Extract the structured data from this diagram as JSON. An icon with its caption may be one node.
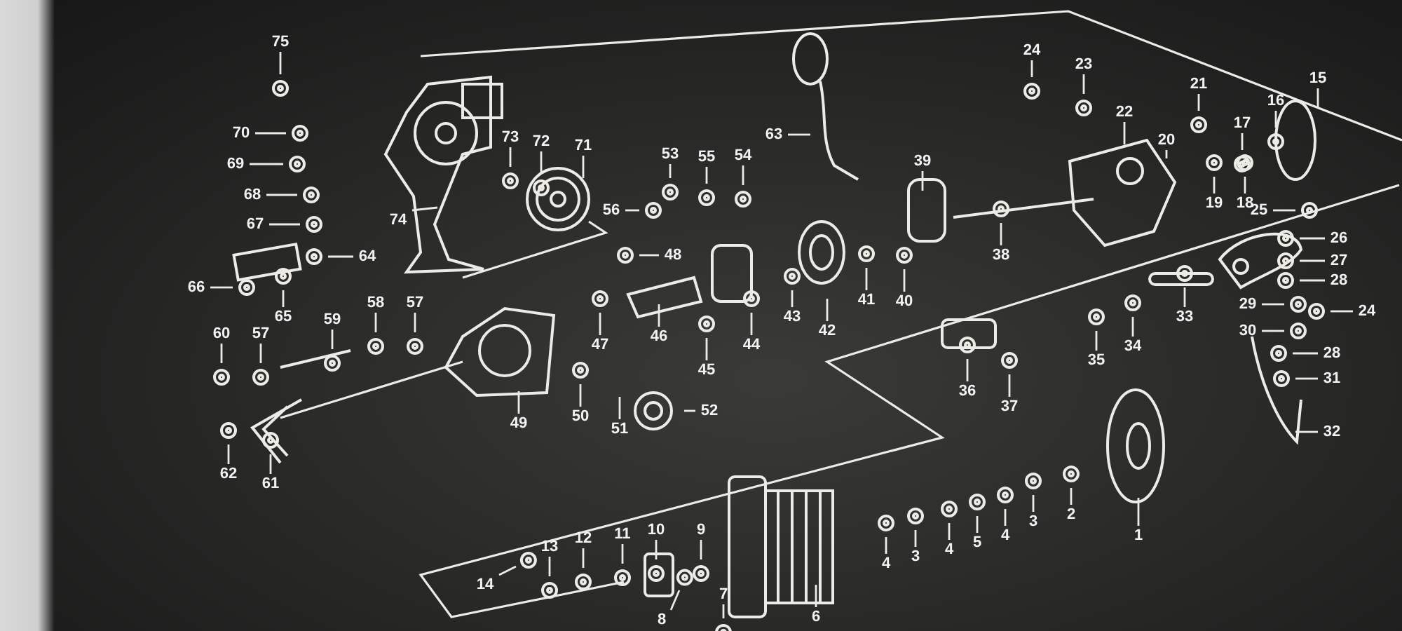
{
  "diagram": {
    "nodes": [
      {
        "text": [
          "75"
        ]
      },
      {
        "text": [
          "70"
        ]
      },
      {
        "text": [
          "69"
        ]
      },
      {
        "text": [
          "68"
        ]
      },
      {
        "text": [
          "67"
        ]
      },
      {
        "text": [
          "66"
        ]
      },
      {
        "text": [
          "64"
        ]
      },
      {
        "text": [
          "65"
        ]
      },
      {
        "text": [
          "73"
        ]
      },
      {
        "text": [
          "72"
        ]
      },
      {
        "text": [
          "71"
        ]
      },
      {
        "text": [
          "74"
        ]
      },
      {
        "text": [
          "56"
        ]
      },
      {
        "text": [
          "53"
        ]
      },
      {
        "text": [
          "55"
        ]
      },
      {
        "text": [
          "54"
        ]
      },
      {
        "text": [
          "63"
        ]
      },
      {
        "text": [
          "48"
        ]
      },
      {
        "text": [
          "47"
        ]
      },
      {
        "text": [
          "46"
        ]
      },
      {
        "text": [
          "45"
        ]
      },
      {
        "text": [
          "44"
        ]
      },
      {
        "text": [
          "43"
        ]
      },
      {
        "text": [
          "42"
        ]
      },
      {
        "text": [
          "41"
        ]
      },
      {
        "text": [
          "40"
        ]
      },
      {
        "text": [
          "39"
        ]
      },
      {
        "text": [
          "38"
        ]
      },
      {
        "text": [
          "24"
        ]
      },
      {
        "text": [
          "23"
        ]
      },
      {
        "text": [
          "22"
        ]
      },
      {
        "text": [
          "21"
        ]
      },
      {
        "text": [
          "20"
        ]
      },
      {
        "text": [
          "19"
        ]
      },
      {
        "text": [
          "18"
        ]
      },
      {
        "text": [
          "17"
        ]
      },
      {
        "text": [
          "16"
        ]
      },
      {
        "text": [
          "15"
        ]
      },
      {
        "text": [
          "25"
        ]
      },
      {
        "text": [
          "26"
        ]
      },
      {
        "text": [
          "27"
        ]
      },
      {
        "text": [
          "28"
        ]
      },
      {
        "text": [
          "24"
        ]
      },
      {
        "text": [
          "29"
        ]
      },
      {
        "text": [
          "30"
        ]
      },
      {
        "text": [
          "28"
        ]
      },
      {
        "text": [
          "31"
        ]
      },
      {
        "text": [
          "32"
        ]
      },
      {
        "text": [
          "33"
        ]
      },
      {
        "text": [
          "34"
        ]
      },
      {
        "text": [
          "35"
        ]
      },
      {
        "text": [
          "36"
        ]
      },
      {
        "text": [
          "37"
        ]
      },
      {
        "text": [
          "1"
        ]
      },
      {
        "text": [
          "2"
        ]
      },
      {
        "text": [
          "3"
        ]
      },
      {
        "text": [
          "4"
        ]
      },
      {
        "text": [
          "5"
        ]
      },
      {
        "text": [
          "4"
        ]
      },
      {
        "text": [
          "3"
        ]
      },
      {
        "text": [
          "4"
        ]
      },
      {
        "text": [
          "58"
        ]
      },
      {
        "text": [
          "59"
        ]
      },
      {
        "text": [
          "57"
        ]
      },
      {
        "text": [
          "57"
        ]
      },
      {
        "text": [
          "60"
        ]
      },
      {
        "text": [
          "62"
        ]
      },
      {
        "text": [
          "61"
        ]
      },
      {
        "text": [
          "49"
        ]
      },
      {
        "text": [
          "50"
        ]
      },
      {
        "text": [
          "51"
        ]
      },
      {
        "text": [
          "52"
        ]
      },
      {
        "text": [
          "9"
        ]
      },
      {
        "text": [
          "10"
        ]
      },
      {
        "text": [
          "11"
        ]
      },
      {
        "text": [
          "12"
        ]
      },
      {
        "text": [
          "13"
        ]
      },
      {
        "text": [
          "14"
        ]
      },
      {
        "text": [
          "8"
        ]
      },
      {
        "text": [
          "7"
        ]
      },
      {
        "text": [
          "6"
        ]
      }
    ],
    "edges": [
      {
        "from": 0,
        "to": null,
        "arrow": "none"
      },
      {
        "from": 1,
        "to": null,
        "arrow": "none"
      },
      {
        "from": 2,
        "to": null,
        "arrow": "none"
      },
      {
        "from": 3,
        "to": null,
        "arrow": "none"
      },
      {
        "from": 4,
        "to": null,
        "arrow": "none"
      },
      {
        "from": 5,
        "to": null,
        "arrow": "none"
      },
      {
        "from": 6,
        "to": null,
        "arrow": "none"
      },
      {
        "from": 7,
        "to": null,
        "arrow": "none"
      },
      {
        "from": 8,
        "to": null,
        "arrow": "none"
      },
      {
        "from": 9,
        "to": null,
        "arrow": "none"
      },
      {
        "from": 10,
        "to": null,
        "arrow": "none"
      },
      {
        "from": 11,
        "to": null,
        "arrow": "none"
      },
      {
        "from": 12,
        "to": null,
        "arrow": "none"
      },
      {
        "from": 13,
        "to": null,
        "arrow": "none"
      },
      {
        "from": 14,
        "to": null,
        "arrow": "none"
      },
      {
        "from": 15,
        "to": null,
        "arrow": "none"
      },
      {
        "from": 16,
        "to": null,
        "arrow": "none"
      },
      {
        "from": 17,
        "to": null,
        "arrow": "none"
      },
      {
        "from": 18,
        "to": null,
        "arrow": "none"
      },
      {
        "from": 19,
        "to": null,
        "arrow": "none"
      },
      {
        "from": 20,
        "to": null,
        "arrow": "none"
      },
      {
        "from": 21,
        "to": null,
        "arrow": "none"
      },
      {
        "from": 22,
        "to": null,
        "arrow": "none"
      },
      {
        "from": 23,
        "to": null,
        "arrow": "none"
      },
      {
        "from": 24,
        "to": null,
        "arrow": "none"
      },
      {
        "from": 25,
        "to": null,
        "arrow": "none"
      },
      {
        "from": 26,
        "to": null,
        "arrow": "none"
      },
      {
        "from": 27,
        "to": null,
        "arrow": "none"
      },
      {
        "from": 28,
        "to": null,
        "arrow": "none"
      },
      {
        "from": 29,
        "to": null,
        "arrow": "none"
      },
      {
        "from": 30,
        "to": null,
        "arrow": "none"
      },
      {
        "from": 31,
        "to": null,
        "arrow": "none"
      },
      {
        "from": 32,
        "to": null,
        "arrow": "none"
      },
      {
        "from": 33,
        "to": null,
        "arrow": "none"
      },
      {
        "from": 34,
        "to": null,
        "arrow": "none"
      },
      {
        "from": 35,
        "to": null,
        "arrow": "none"
      },
      {
        "from": 36,
        "to": null,
        "arrow": "none"
      },
      {
        "from": 37,
        "to": null,
        "arrow": "none"
      },
      {
        "from": 38,
        "to": null,
        "arrow": "none"
      },
      {
        "from": 39,
        "to": null,
        "arrow": "none"
      },
      {
        "from": 40,
        "to": null,
        "arrow": "none"
      },
      {
        "from": 41,
        "to": null,
        "arrow": "none"
      },
      {
        "from": 42,
        "to": null,
        "arrow": "none"
      },
      {
        "from": 43,
        "to": null,
        "arrow": "none"
      },
      {
        "from": 44,
        "to": null,
        "arrow": "none"
      },
      {
        "from": 45,
        "to": null,
        "arrow": "none"
      },
      {
        "from": 46,
        "to": null,
        "arrow": "none"
      },
      {
        "from": 47,
        "to": null,
        "arrow": "none"
      },
      {
        "from": 48,
        "to": null,
        "arrow": "none"
      },
      {
        "from": 49,
        "to": null,
        "arrow": "none"
      },
      {
        "from": 50,
        "to": null,
        "arrow": "none"
      },
      {
        "from": 51,
        "to": null,
        "arrow": "none"
      },
      {
        "from": 52,
        "to": null,
        "arrow": "none"
      },
      {
        "from": 53,
        "to": null,
        "arrow": "none"
      },
      {
        "from": 54,
        "to": null,
        "arrow": "none"
      },
      {
        "from": 55,
        "to": null,
        "arrow": "none"
      },
      {
        "from": 56,
        "to": null,
        "arrow": "none"
      },
      {
        "from": 57,
        "to": null,
        "arrow": "none"
      },
      {
        "from": 58,
        "to": null,
        "arrow": "none"
      },
      {
        "from": 59,
        "to": null,
        "arrow": "none"
      },
      {
        "from": 60,
        "to": null,
        "arrow": "none"
      },
      {
        "from": 61,
        "to": null,
        "arrow": "none"
      },
      {
        "from": 62,
        "to": null,
        "arrow": "none"
      },
      {
        "from": 63,
        "to": null,
        "arrow": "none"
      },
      {
        "from": 64,
        "to": null,
        "arrow": "none"
      },
      {
        "from": 65,
        "to": null,
        "arrow": "none"
      },
      {
        "from": 66,
        "to": null,
        "arrow": "none"
      },
      {
        "from": 67,
        "to": null,
        "arrow": "none"
      },
      {
        "from": 68,
        "to": null,
        "arrow": "none"
      },
      {
        "from": 69,
        "to": null,
        "arrow": "none"
      },
      {
        "from": 70,
        "to": null,
        "arrow": "none"
      },
      {
        "from": 71,
        "to": null,
        "arrow": "none"
      },
      {
        "from": 72,
        "to": null,
        "arrow": "none"
      },
      {
        "from": 73,
        "to": null,
        "arrow": "none"
      },
      {
        "from": 74,
        "to": null,
        "arrow": "none"
      },
      {
        "from": 75,
        "to": null,
        "arrow": "none"
      },
      {
        "from": 76,
        "to": null,
        "arrow": "none"
      },
      {
        "from": 77,
        "to": null,
        "arrow": "none"
      },
      {
        "from": 78,
        "to": null,
        "arrow": "none"
      },
      {
        "from": 79,
        "to": null,
        "arrow": "none"
      },
      {
        "from": 80,
        "to": null,
        "arrow": "none"
      }
    ]
  }
}
